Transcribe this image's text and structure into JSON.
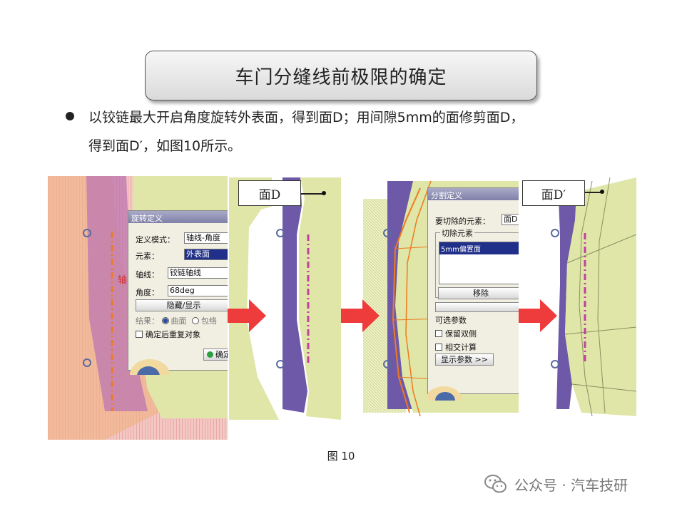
{
  "title": "车门分缝线前极限的确定",
  "bullet": {
    "line1": "以铰链最大开启角度旋转外表面，得到面D；用间隙5mm的面修剪面D，",
    "line2": "得到面D′，如图10所示。"
  },
  "rotate_dialog": {
    "title": "旋转定义",
    "mode_label": "定义模式：",
    "mode_value": "轴线-角度",
    "element_label": "元素：",
    "element_value": "外表面",
    "axis_label": "轴线：",
    "axis_value": "铰链轴线",
    "angle_label": "角度：",
    "angle_value": "68deg",
    "hide_button": "隐藏/显示",
    "result_label": "结果：",
    "result_opt1": "曲面",
    "result_opt2": "包络",
    "repeat_label": "确定后重复对象",
    "ok_button": "确定",
    "axis_marker": "轴"
  },
  "split_dialog": {
    "title": "分割定义",
    "remove_label": "要切除的元素：",
    "remove_value": "面D",
    "cut_group": "切除元素",
    "cut_item": "5mm偏置面",
    "remove_button": "移除",
    "optional_label": "可选参数",
    "keep_both": "保留双侧",
    "intersect": "相交计算",
    "show_params": "显示参数 >>"
  },
  "callouts": {
    "face_d": "面D",
    "face_d_prime": "面D′"
  },
  "caption": "图 10",
  "watermark": "公众号 · 汽车技研",
  "colors": {
    "surface": "#dfe6a8",
    "purple": "#6e58a8",
    "magenta_dash": "#c040a0",
    "orange": "#ee7a20",
    "arrow_red": "#ee3b3b"
  }
}
